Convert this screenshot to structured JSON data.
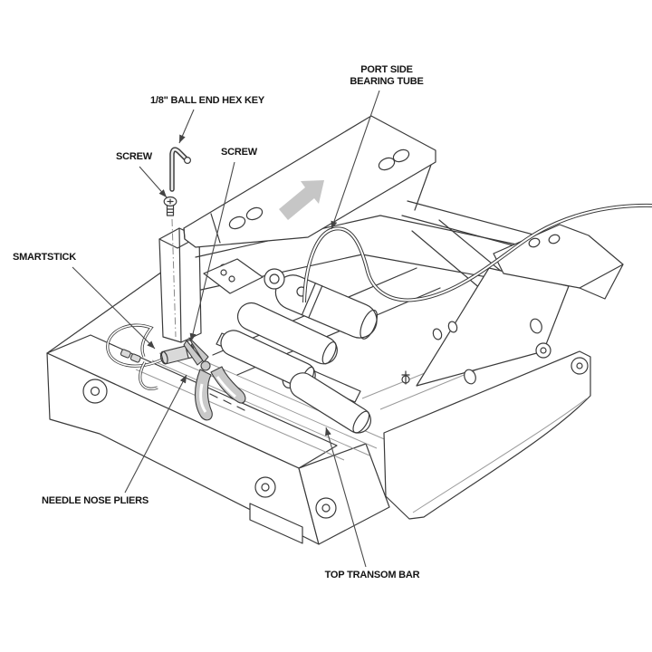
{
  "page": {
    "background": "#ffffff"
  },
  "diagram": {
    "kind": "exploded-assembly-instruction-line-drawing",
    "subject": "jack plate transom assembly with smartstick installation",
    "colors": {
      "line": "#3a3a3a",
      "leader": "#4a4a4a",
      "slide_arrow_fill": "#c6c6c6",
      "tool_fill": "#d9d9d9",
      "label_text": "#141414",
      "background": "#ffffff"
    },
    "callouts": {
      "hex_key": {
        "label": "1/8\" BALL END HEX KEY"
      },
      "screw_left": {
        "label": "SCREW"
      },
      "screw_center": {
        "label": "SCREW"
      },
      "port_side_bearing_tube": {
        "label_line1": "PORT SIDE",
        "label_line2": "BEARING TUBE"
      },
      "smartstick": {
        "label": "SMARTSTICK"
      },
      "needle_nose_pliers": {
        "label": "NEEDLE NOSE PLIERS"
      },
      "top_transom_bar": {
        "label": "TOP TRANSOM BAR"
      }
    }
  }
}
